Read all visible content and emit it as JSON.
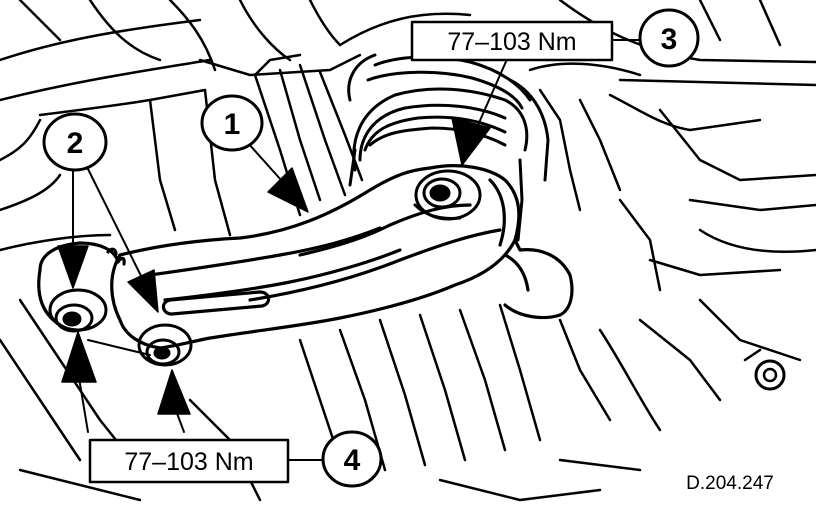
{
  "callouts": {
    "c1": "1",
    "c2": "2",
    "c3": "3",
    "c4": "4"
  },
  "torque_top": "77–103 Nm",
  "torque_bottom": "77–103 Nm",
  "reference": "D.204.247",
  "colors": {
    "ink": "#000000",
    "paper": "#ffffff"
  }
}
